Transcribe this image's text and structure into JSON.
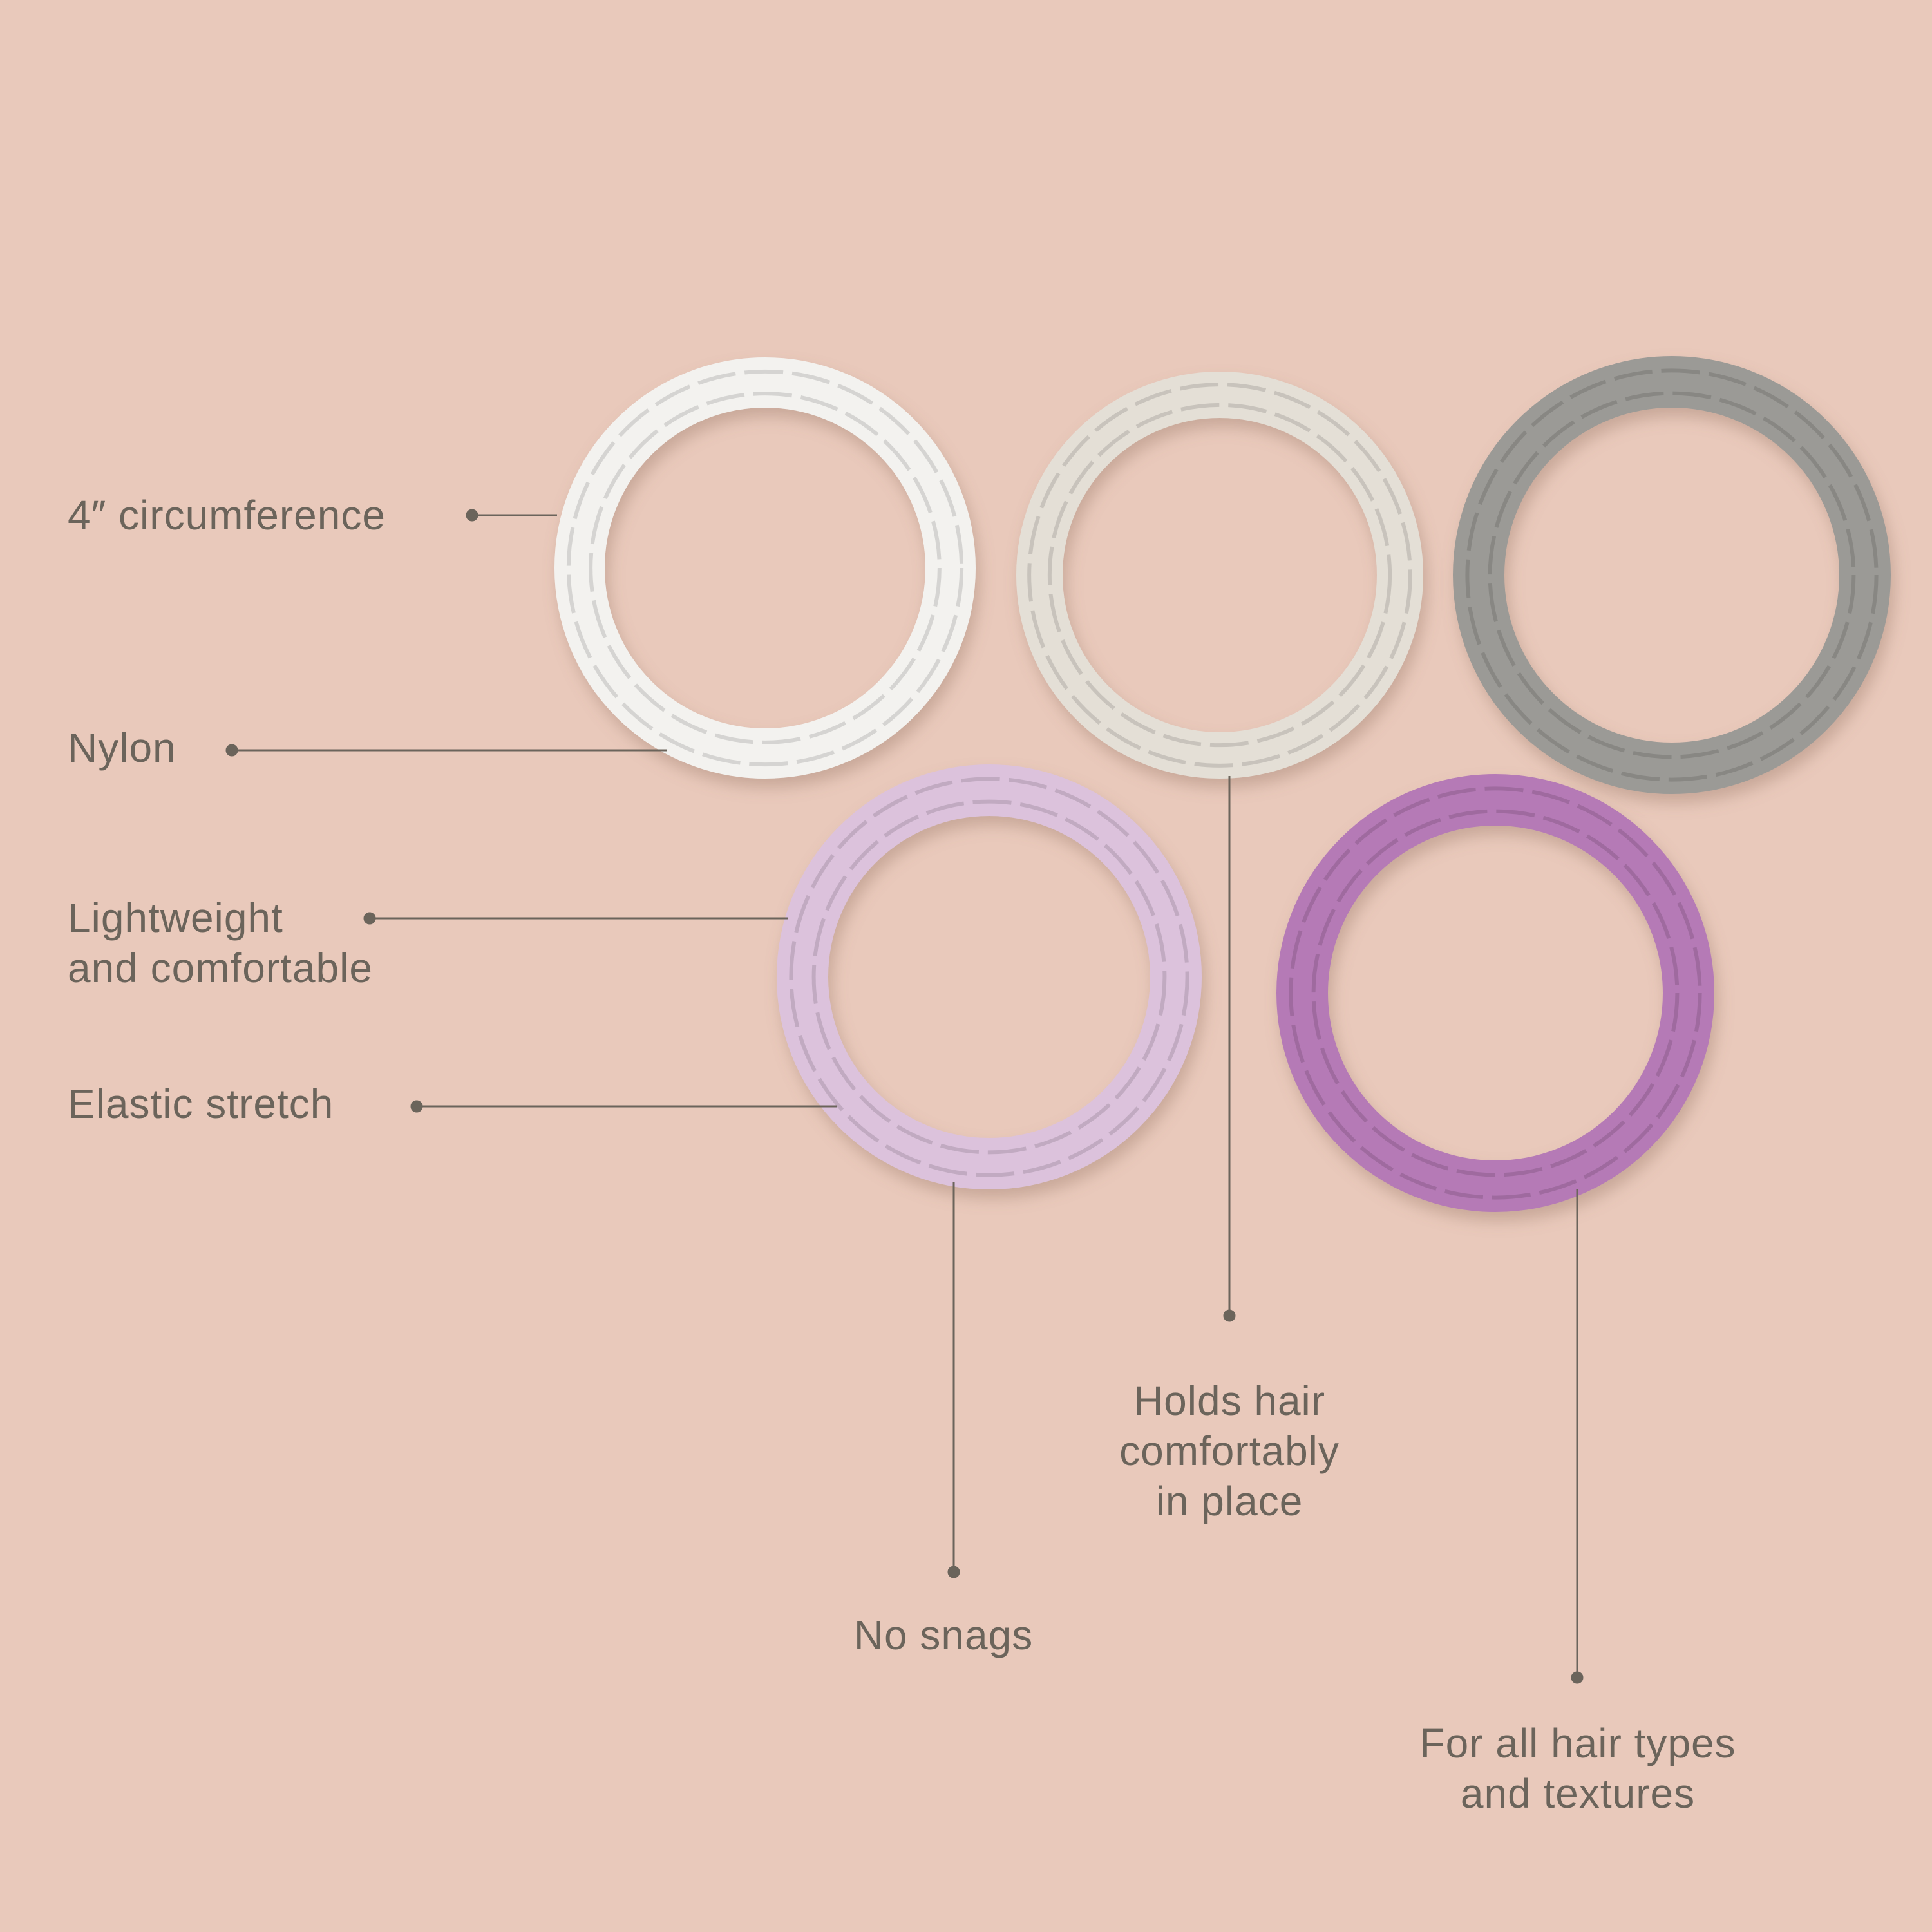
{
  "colors": {
    "background": "#e9c9bb",
    "text": "#6b645b",
    "rings": [
      "#f3f2ef",
      "#e4dfd6",
      "#9b9a96",
      "#dcc2dc",
      "#b57ab6"
    ]
  },
  "features": {
    "circumference": "4″ circumference",
    "material": "Nylon",
    "lightweight_line1": "Lightweight",
    "lightweight_line2": "and comfortable",
    "elastic": "Elastic stretch",
    "holds_line1": "Holds hair",
    "holds_line2": "comfortably",
    "holds_line3": "in place",
    "no_snags": "No snags",
    "hair_types_line1": "For all hair types",
    "hair_types_line2": "and textures"
  }
}
